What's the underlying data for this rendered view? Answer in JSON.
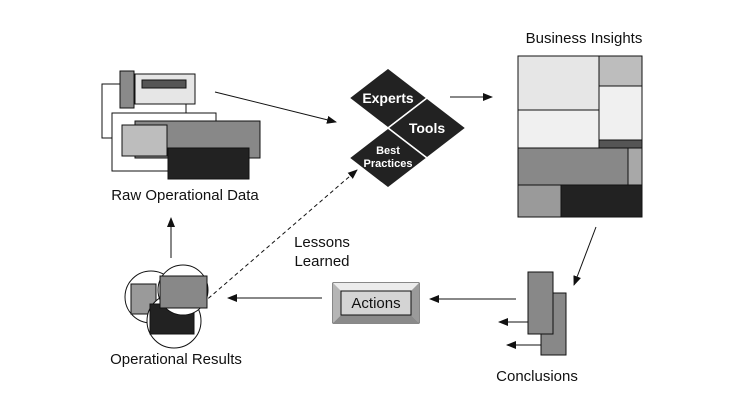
{
  "labels": {
    "raw_data": "Raw Operational Data",
    "business_insights": "Business Insights",
    "conclusions": "Conclusions",
    "operational_results": "Operational Results",
    "lessons_line1": "Lessons",
    "lessons_line2": "Learned"
  },
  "nodes": {
    "experts": "Experts",
    "tools": "Tools",
    "best_line1": "Best",
    "best_line2": "Practices",
    "actions": "Actions"
  },
  "colors": {
    "dark": "#222222",
    "mid_gray": "#888888",
    "light_gray": "#bdbdbd",
    "pale_gray": "#e6e6e6",
    "outline": "#111111"
  }
}
